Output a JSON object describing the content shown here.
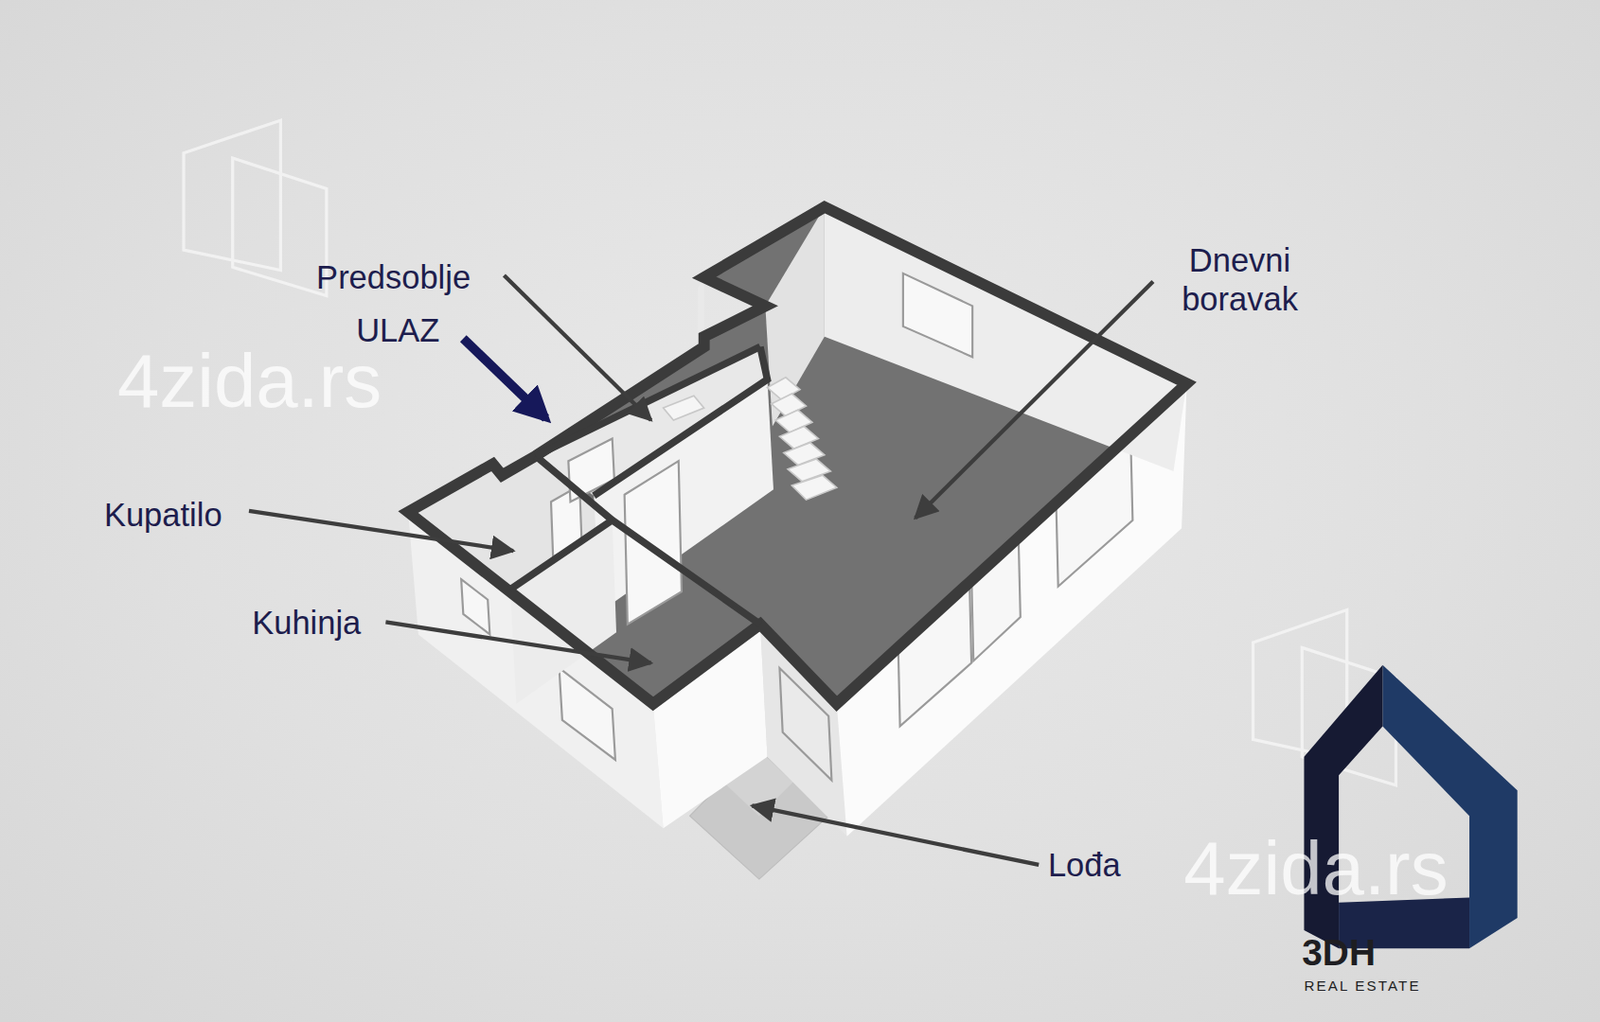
{
  "diagram": {
    "labels": [
      "Predsoblje",
      "ULAZ",
      "Dnevni boravak",
      "Kupatilo",
      "Kuhinja",
      "Lođa",
      "4zida.rs",
      "4zida.rs",
      "3DH",
      "REAL ESTATE"
    ]
  }
}
